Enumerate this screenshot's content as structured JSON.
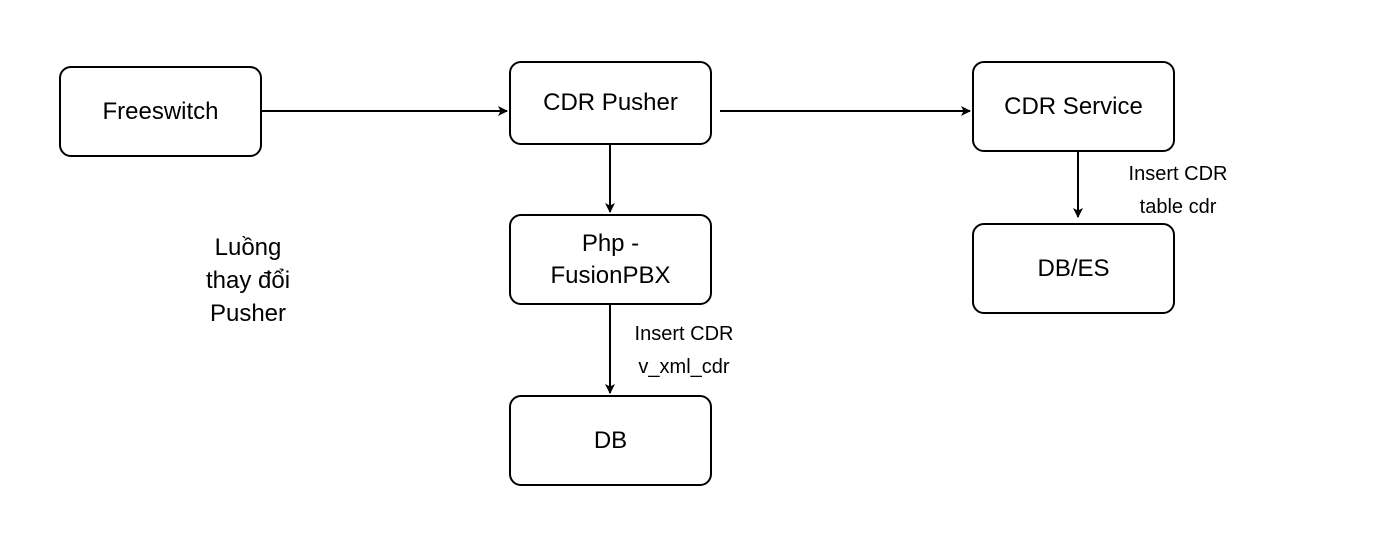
{
  "nodes": {
    "freeswitch": "Freeswitch",
    "cdr_pusher": "CDR Pusher",
    "cdr_service": "CDR Service",
    "php_fusionpbx": [
      "Php -",
      "FusionPBX"
    ],
    "db": "DB",
    "db_es": "DB/ES"
  },
  "edge_labels": {
    "php_to_db": [
      "Insert CDR",
      "v_xml_cdr"
    ],
    "service_to_dbes": [
      "Insert CDR",
      "table cdr"
    ]
  },
  "note": [
    "Luồng",
    "thay đổi",
    "Pusher"
  ],
  "colors": {
    "stroke": "#000000",
    "fill": "#ffffff"
  }
}
